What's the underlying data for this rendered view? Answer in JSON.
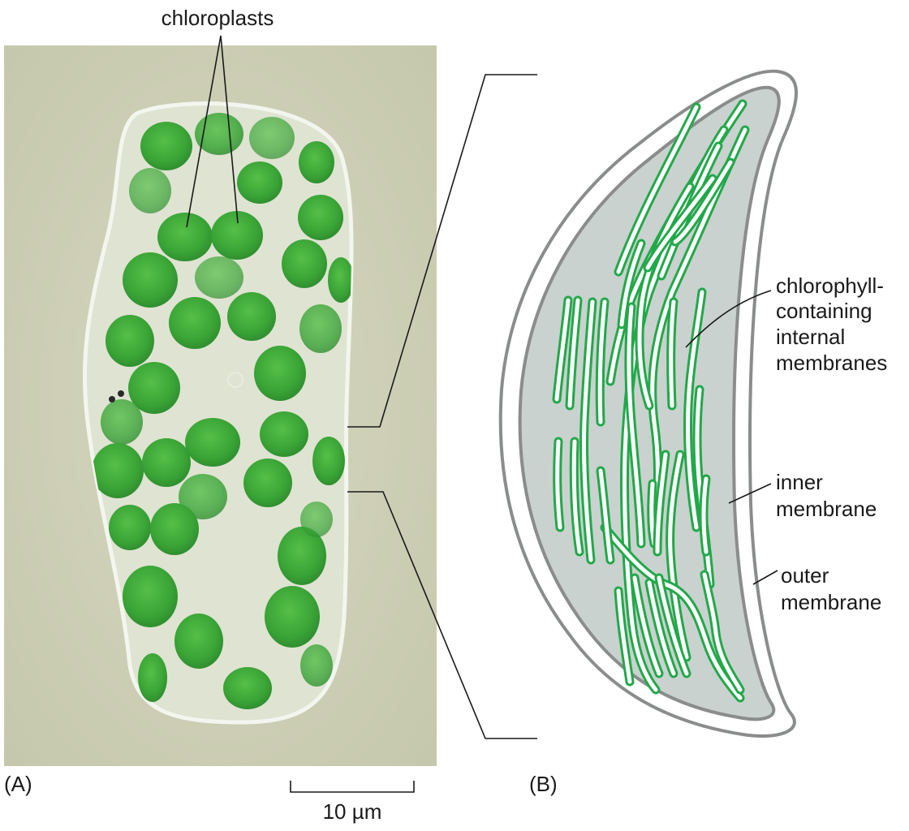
{
  "panel_a": {
    "label": "(A)",
    "callout": "chloroplasts",
    "scale_bar": "10 µm",
    "colors": {
      "background": "#cfd0b4",
      "chloroplast": "#3fae3a",
      "cell_wall": "#eef2ea"
    }
  },
  "panel_b": {
    "label": "(B)",
    "callouts": {
      "internal_line1": "chlorophyll-",
      "internal_line2": "containing",
      "internal_line3": "internal",
      "internal_line4": "membranes",
      "inner_line1": "inner",
      "inner_line2": "membrane",
      "outer_line1": "outer",
      "outer_line2": "membrane"
    },
    "colors": {
      "stroma": "#c9d2ce",
      "membrane_outline": "#8a8d8b",
      "thylakoid": "#22a84a"
    }
  }
}
